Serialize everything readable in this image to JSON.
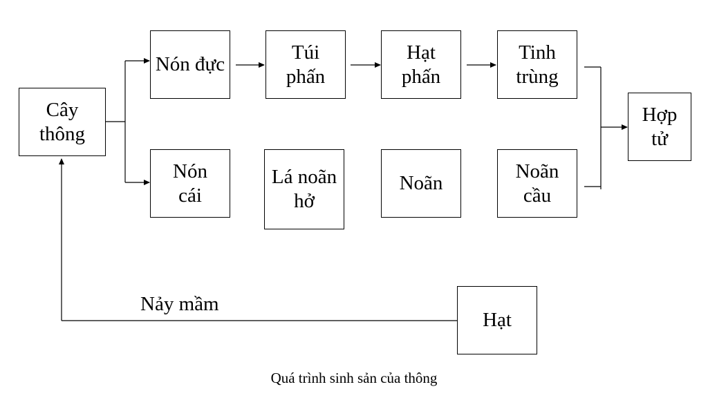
{
  "nodes": {
    "cay_thong": [
      "Cây",
      "thông"
    ],
    "non_duc": [
      "Nón đực"
    ],
    "tui_phan": [
      "Túi",
      "phấn"
    ],
    "hat_phan": [
      "Hạt",
      "phấn"
    ],
    "tinh_trung": [
      "Tinh",
      "trùng"
    ],
    "non_cai": [
      "Nón",
      "cái"
    ],
    "la_noan_ho": [
      "Lá noãn",
      "hở"
    ],
    "noan": [
      "Noãn"
    ],
    "noan_cau": [
      "Noãn",
      "cầu"
    ],
    "hop_tu": [
      "Hợp",
      "tử"
    ],
    "hat": [
      "Hạt"
    ]
  },
  "germinate_label": "Nảy mầm",
  "caption": "Quá trình sinh sản của thông"
}
